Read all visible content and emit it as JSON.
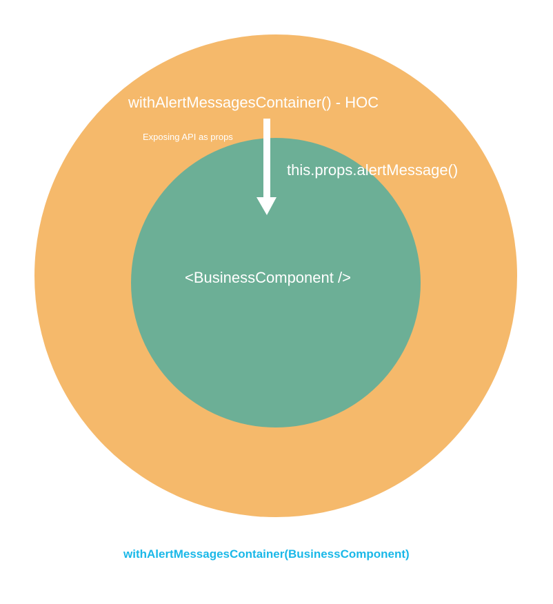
{
  "colors": {
    "outer_circle": "#f5b96b",
    "inner_circle": "#6caf96",
    "arrow": "#ffffff",
    "caption": "#1ab8e8"
  },
  "outer_circle": {
    "label": "withAlertMessagesContainer() - HOC"
  },
  "arrow": {
    "label": "Exposing API as props"
  },
  "props_label": "this.props.alertMessage()",
  "inner_circle": {
    "label": "<BusinessComponent />"
  },
  "caption": "withAlertMessagesContainer(BusinessComponent)"
}
